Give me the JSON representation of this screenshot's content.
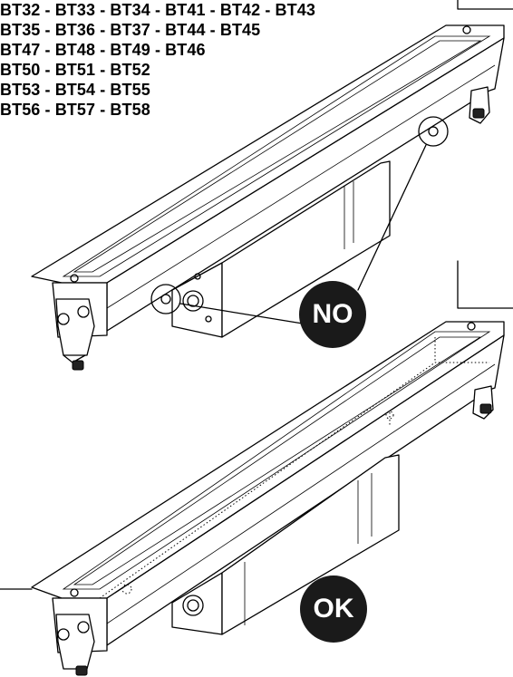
{
  "model_lines": [
    "BT32 - BT33 - BT34 - BT41 - BT42 - BT43",
    "BT35 - BT36 - BT37 - BT44 - BT45",
    "BT47 - BT48 - BT49 - BT46",
    "BT50 - BT51 - BT52",
    "BT53 - BT54 - BT55",
    "BT56 - BT57 - BT58"
  ],
  "badges": {
    "no": "NO",
    "ok": "OK"
  },
  "icons": {
    "wrong_position": "circle-no-icon",
    "right_position": "circle-ok-icon"
  }
}
